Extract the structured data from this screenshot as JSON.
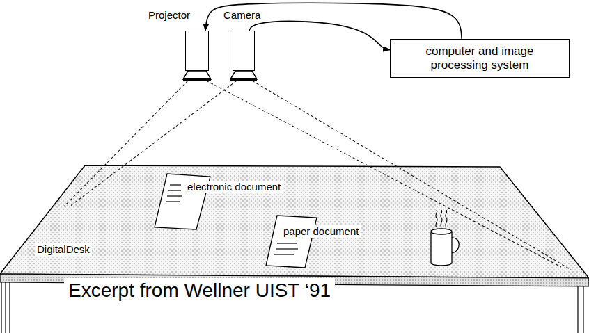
{
  "diagram": {
    "caption": "Excerpt from Wellner UIST ‘91",
    "nodes": [
      {
        "text": [
          "Projector"
        ]
      },
      {
        "text": [
          "Camera"
        ]
      },
      {
        "text": [
          "computer and image processing system"
        ]
      },
      {
        "text": [
          "DigitalDesk"
        ]
      },
      {
        "text": [
          "electronic document"
        ],
        "in": 3
      },
      {
        "text": [
          "paper document"
        ],
        "in": 3
      }
    ],
    "edges": [
      {
        "from": 2,
        "to": 0,
        "arrow": "to"
      },
      {
        "from": 1,
        "to": 2,
        "arrow": "to"
      }
    ]
  }
}
